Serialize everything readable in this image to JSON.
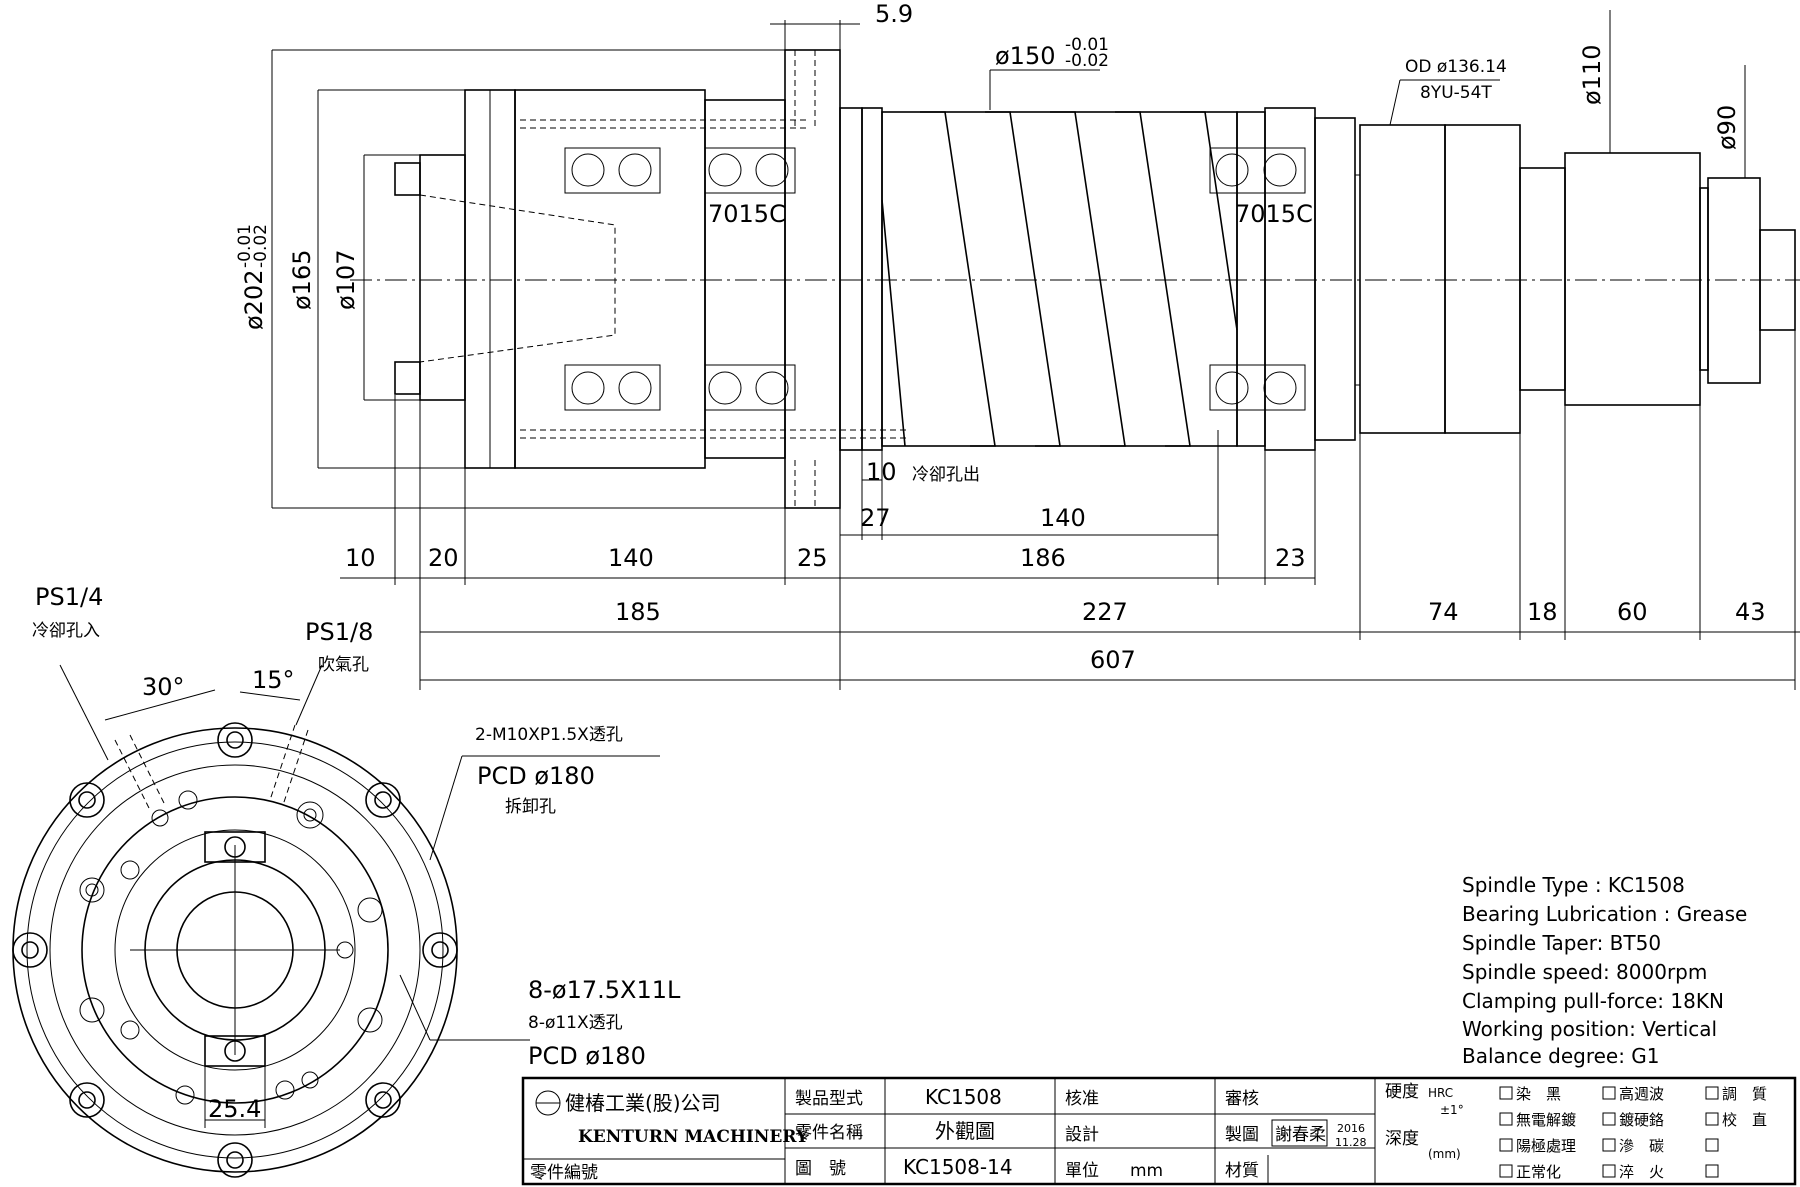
{
  "side_view": {
    "dims_top": {
      "flange_gap": "5.9",
      "spiral_dia": "ø150",
      "spiral_tol_upper": "-0.01",
      "spiral_tol_lower": "-0.02",
      "od_label": "OD ø136.14",
      "thread_label": "8YU-54T",
      "dia_110": "ø110",
      "dia_90": "ø90"
    },
    "dims_left": {
      "dia_202": "ø202",
      "dia_202_tol_upper": "-0.01",
      "dia_202_tol_lower": "-0.02",
      "dia_165": "ø165",
      "dia_107": "ø107"
    },
    "bearing_labels": [
      "7015C",
      "7015C"
    ],
    "coolant_out_label": "冷卻孔出",
    "small_dims": {
      "d10": "10",
      "d27": "27",
      "d140_upper": "140"
    },
    "row1": [
      "10",
      "20",
      "140",
      "25",
      "186",
      "23"
    ],
    "row2": [
      "185",
      "227",
      "74",
      "18",
      "60",
      "43"
    ],
    "total": "607"
  },
  "front_view": {
    "ps14": "PS1/4",
    "ps14_desc": "冷卻孔入",
    "ps18": "PS1/8",
    "ps18_desc": "吹氣孔",
    "angle_30": "30°",
    "angle_15": "15°",
    "m10_label": "2-M10XP1.5X透孔",
    "pcd_top": "PCD ø180",
    "pcd_top_desc": "拆卸孔",
    "holes_1": "8-ø17.5X11L",
    "holes_2": "8-ø11X透孔",
    "pcd_bottom": "PCD ø180",
    "dim_254": "25.4"
  },
  "specs": [
    "Spindle Type : KC1508",
    "Bearing Lubrication : Grease",
    "Spindle Taper: BT50",
    "Spindle speed: 8000rpm",
    "Clamping pull-force: 18KN",
    "Working position: Vertical",
    "Balance degree: G1"
  ],
  "title_block": {
    "company_cn": "健椿工業(股)公司",
    "company_en": "KENTURN MACHINERY",
    "part_no_label": "零件編號",
    "model_label": "製品型式",
    "model_value": "KC1508",
    "name_label": "零件名稱",
    "name_value": "外觀圖",
    "drawing_label": "圖　號",
    "drawing_value": "KC1508-14",
    "approve": "核准",
    "review": "審核",
    "design": "設計",
    "draw": "製圖",
    "drafter": "謝春柔",
    "date_year": "2016",
    "date_md": "11.28",
    "unit_label": "單位",
    "unit_value": "mm",
    "material": "材質",
    "hardness": "硬度",
    "hrc": "HRC",
    "hrc_tol": "±1°",
    "depth": "深度",
    "depth_unit": "(mm)",
    "treatments": [
      [
        "染　黑",
        "高週波",
        "調　質"
      ],
      [
        "無電解鍍",
        "鍍硬鉻",
        "校　直"
      ],
      [
        "陽極處理",
        "滲　碳",
        ""
      ],
      [
        "正常化",
        "淬　火",
        ""
      ]
    ]
  }
}
